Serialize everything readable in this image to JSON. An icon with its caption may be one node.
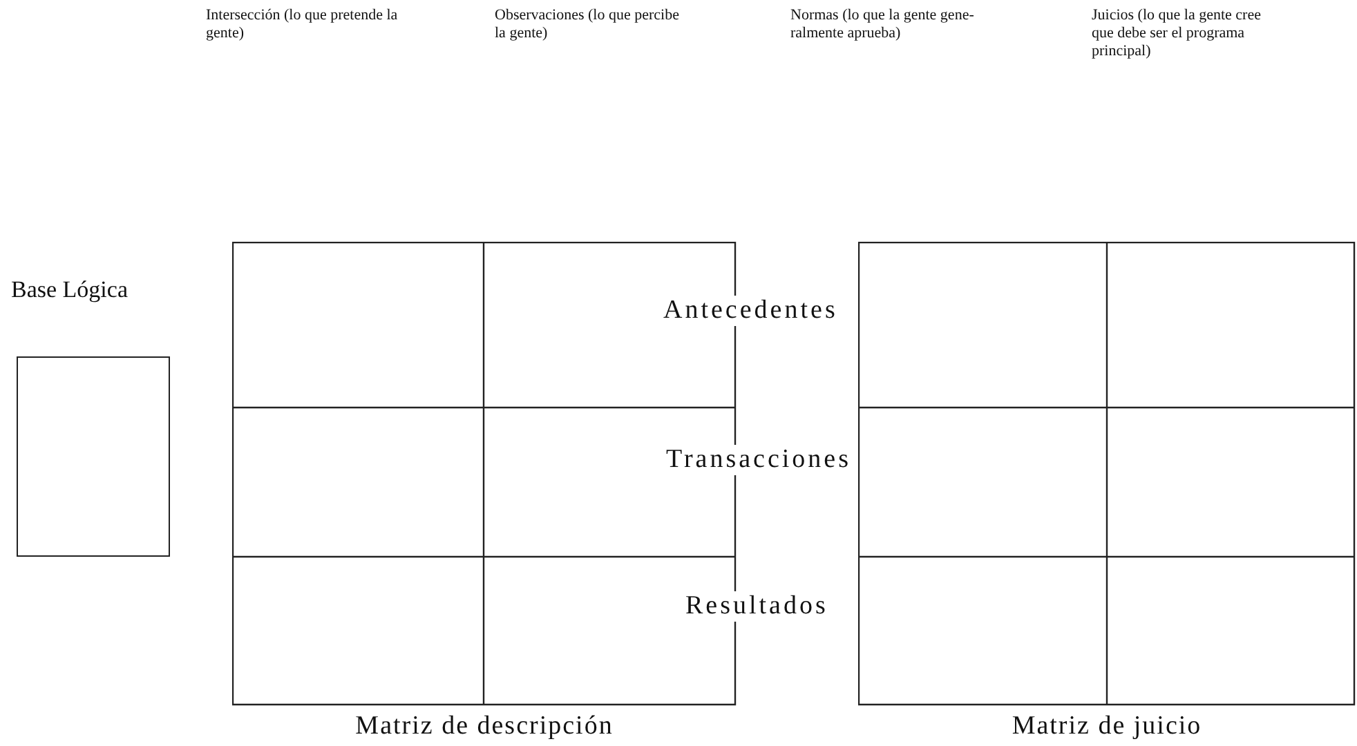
{
  "diagram": {
    "nodes": [
      {
        "text": [
          "Base Lógica"
        ]
      },
      {
        "text": [
          "Matriz de descripción"
        ]
      },
      {
        "text": [
          "Matriz de juicio"
        ]
      }
    ],
    "labels": [
      "Intersección (lo que pretende la gente)",
      "Observaciones (lo que percibe la gente)",
      "Normas (lo que la gente gene- ralmente aprueba)",
      "Juicios (lo que la gente cree que debe ser el programa principal)",
      "Antecedentes",
      "Transacciones",
      "Resultados"
    ]
  }
}
